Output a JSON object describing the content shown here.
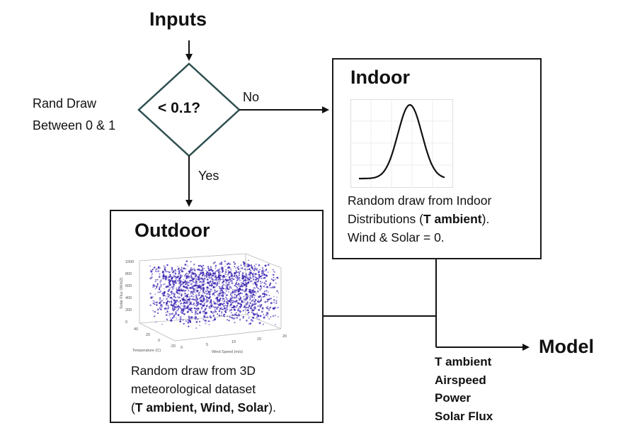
{
  "inputs": {
    "title": "Inputs"
  },
  "decision": {
    "condition": "< 0.1?",
    "side_label": [
      "Rand Draw",
      "Between 0 & 1"
    ],
    "no_label": "No",
    "yes_label": "Yes"
  },
  "indoor": {
    "title": "Indoor",
    "desc_line1": "Random draw from Indoor",
    "desc_line2_pre": "Distributions (",
    "desc_line2_bold": "T ambient",
    "desc_line2_post": ").",
    "desc_line3": "Wind & Solar = 0."
  },
  "outdoor": {
    "title": "Outdoor",
    "desc_line1": "Random draw from 3D",
    "desc_line2": "meteorological dataset",
    "desc_line3_pre": "(",
    "desc_line3_bold": "T ambient, Wind, Solar",
    "desc_line3_post": ").",
    "plot": {
      "z_ticks": [
        "1000",
        "800",
        "600",
        "400",
        "200",
        "0"
      ],
      "x_ticks": [
        "40",
        "20",
        "0",
        "-20"
      ],
      "y_ticks": [
        "0",
        "5",
        "10",
        "15",
        "20"
      ],
      "xlabel": "Temperature (C)",
      "ylabel": "Wind Speed (m/s)",
      "zlabel": "Solar Flux (W/m2)",
      "point_color": "#3a22b0"
    }
  },
  "model": {
    "title": "Model"
  },
  "outputs": [
    "T ambient",
    "Airspeed",
    "Power",
    "Solar Flux"
  ],
  "colors": {
    "diamond_stroke": "#2f4f4f",
    "line": "#111111"
  }
}
